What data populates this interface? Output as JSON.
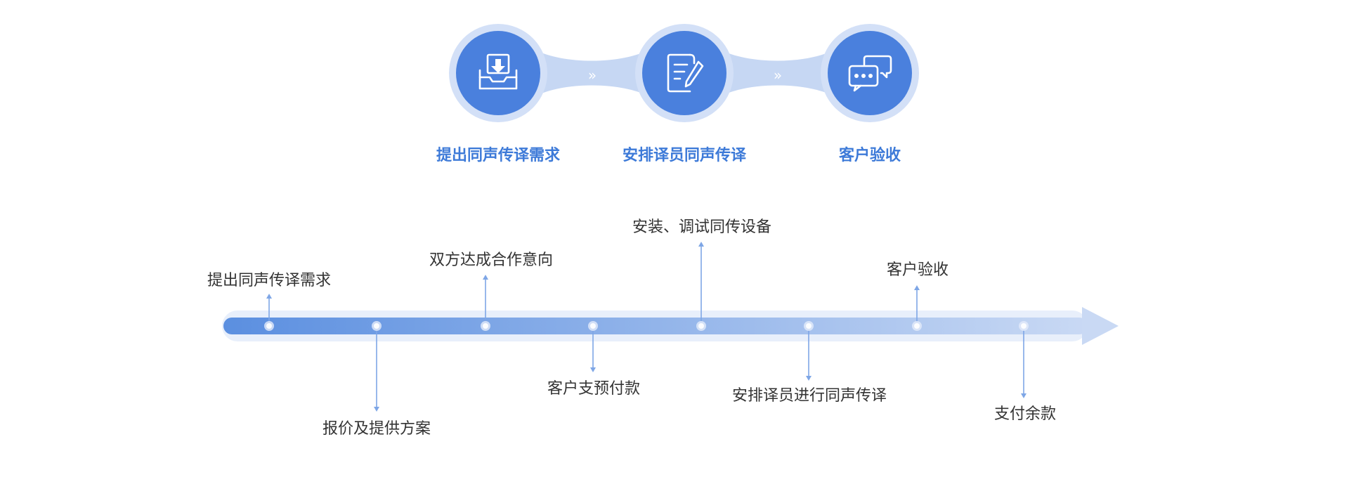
{
  "process": {
    "steps": [
      {
        "label": "提出同声传译需求",
        "icon": "download-tray-icon"
      },
      {
        "label": "安排译员同声传译",
        "icon": "document-edit-icon"
      },
      {
        "label": "客户验收",
        "icon": "chat-bubbles-icon"
      }
    ],
    "connector_glyph": "»"
  },
  "timeline": {
    "milestones": [
      {
        "label": "提出同声传译需求"
      },
      {
        "label": "报价及提供方案"
      },
      {
        "label": "双方达成合作意向"
      },
      {
        "label": "客户支预付款"
      },
      {
        "label": "安装、调试同传设备"
      },
      {
        "label": "安排译员进行同声传译"
      },
      {
        "label": "客户验收"
      },
      {
        "label": "支付余款"
      }
    ]
  },
  "colors": {
    "accent": "#3d7ad8",
    "circle_fill": "#4a80dd",
    "circle_ring": "#d3e0f7",
    "connector": "#c6d7f3",
    "timeline_start": "#5b8fe0",
    "timeline_end": "#c9d9f4",
    "stem": "#7ea6e6",
    "label_text": "#333333"
  }
}
